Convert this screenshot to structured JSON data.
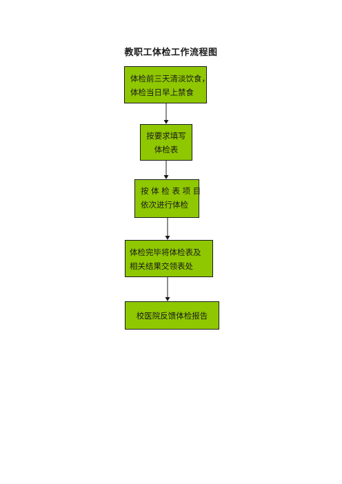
{
  "title": "教职工体检工作流程图",
  "accent_color": "#8fc800",
  "steps": [
    {
      "lines": [
        "体检前三天清淡饮食，",
        "体检当日早上禁食"
      ]
    },
    {
      "lines": [
        "按要求填写",
        "体检表"
      ]
    },
    {
      "lines": [
        "按 体 检 表 项 目",
        "依次进行体检"
      ]
    },
    {
      "lines": [
        "体检完毕将体检表及",
        "相关结果交领表处"
      ]
    },
    {
      "lines": [
        "校医院反馈体检报告"
      ]
    }
  ]
}
